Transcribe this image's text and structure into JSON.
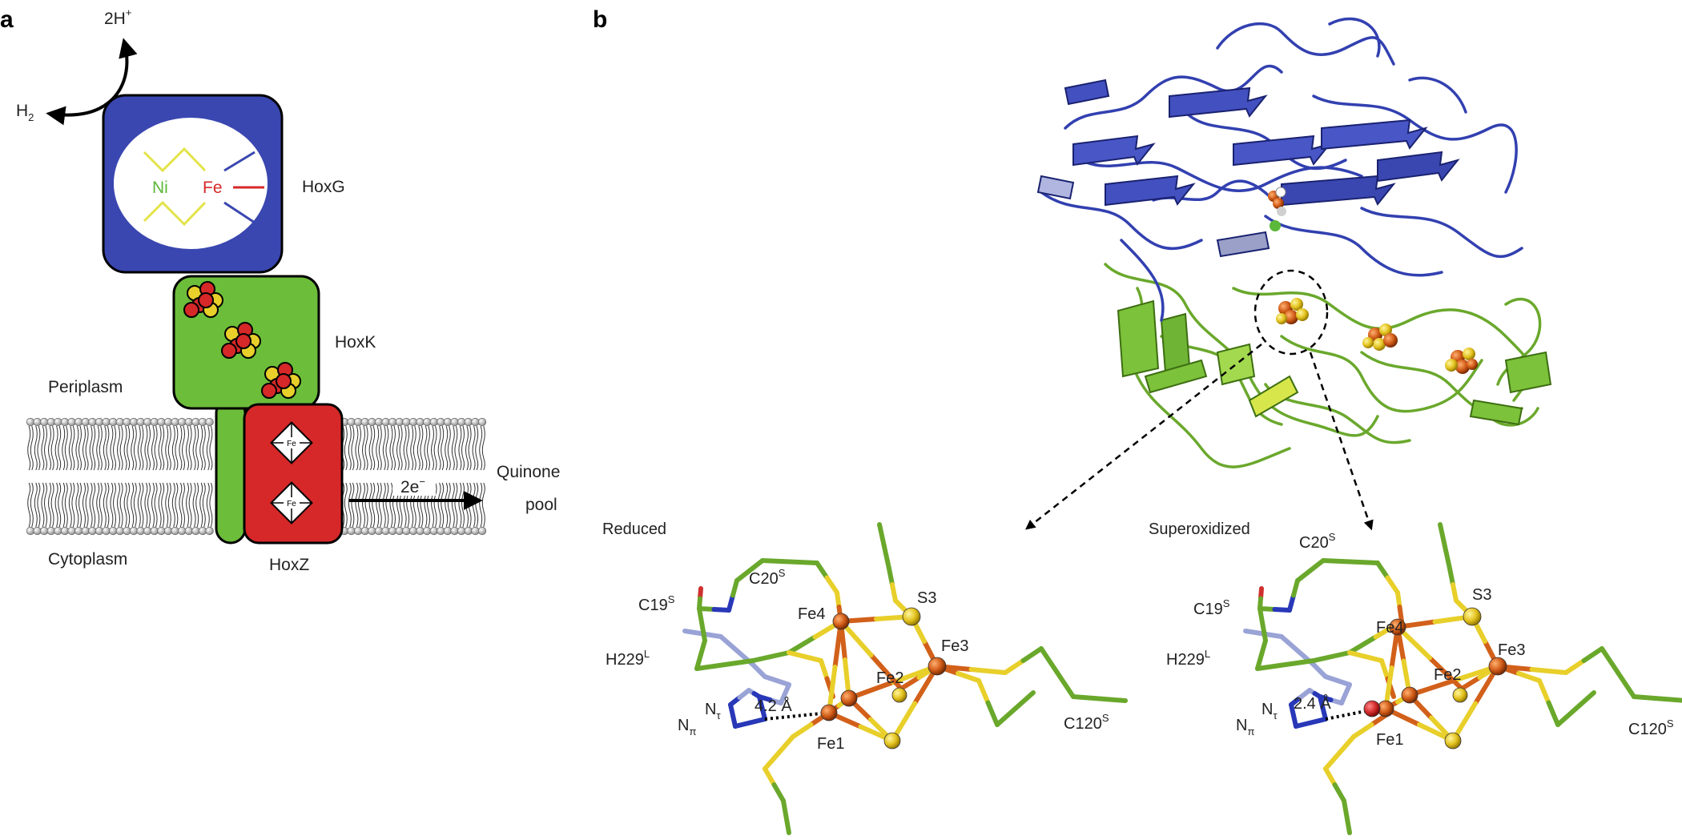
{
  "panels": {
    "a": "a",
    "b": "b"
  },
  "panel_a": {
    "proton": "2H",
    "proton_sup": "+",
    "hydrogen": "H",
    "hydrogen_sub": "2",
    "ni": "Ni",
    "fe": "Fe",
    "hoxg": "HoxG",
    "hoxk": "HoxK",
    "hoxz": "HoxZ",
    "periplasm": "Periplasm",
    "cytoplasm": "Cytoplasm",
    "quinone1": "Quinone",
    "quinone2": "pool",
    "electrons": "2e",
    "electrons_sup": "−",
    "heme_label": "Fe"
  },
  "panel_b": {
    "reduced": {
      "title": "Reduced",
      "c20": "C20",
      "c20_sup": "S",
      "c19": "C19",
      "c19_sup": "S",
      "h229": "H229",
      "h229_sup": "L",
      "n_pi": "N",
      "n_pi_sub": "π",
      "n_tau": "N",
      "n_tau_sub": "τ",
      "distance": "4.2 Å",
      "fe1": "Fe1",
      "fe2": "Fe2",
      "fe3": "Fe3",
      "fe4": "Fe4",
      "s3": "S3",
      "c120": "C120",
      "c120_sup": "S"
    },
    "superoxidized": {
      "title": "Superoxidized",
      "c20": "C20",
      "c20_sup": "S",
      "c19": "C19",
      "c19_sup": "S",
      "h229": "H229",
      "h229_sup": "L",
      "n_pi": "N",
      "n_pi_sub": "π",
      "n_tau": "N",
      "n_tau_sub": "τ",
      "distance": "2.4 Å",
      "fe1": "Fe1",
      "fe2": "Fe2",
      "fe3": "Fe3",
      "fe4": "Fe4",
      "s3": "S3",
      "c120": "C120",
      "c120_sup": "S"
    }
  },
  "colors": {
    "hoxg": "#3a47b0",
    "hoxk": "#6cbd3a",
    "hoxz": "#d62828",
    "sulfur": "#e8cf2a",
    "iron": "#d2601a",
    "histidine": "#9aa3d6",
    "nitrogen": "#2838b8",
    "oxygen": "#d03030"
  }
}
